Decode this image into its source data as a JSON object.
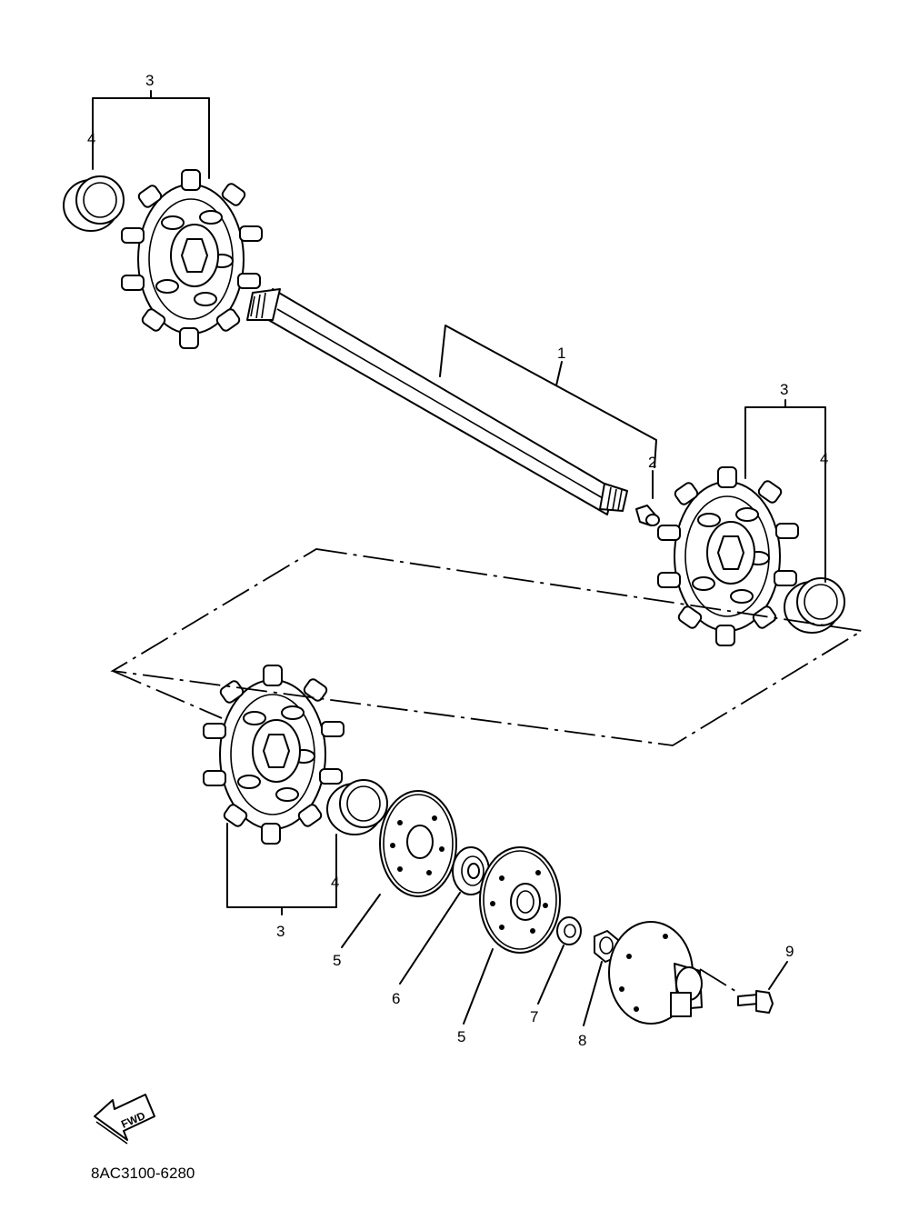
{
  "callouts": {
    "c1": "1",
    "c2": "2",
    "c3a": "3",
    "c4a": "4",
    "c3b": "3",
    "c4b": "4",
    "c3c": "3",
    "c4c": "4",
    "c5a": "5",
    "c6": "6",
    "c5b": "5",
    "c7": "7",
    "c8": "8",
    "c9": "9"
  },
  "direction_marker": "FWD",
  "diagram_code": "8AC3100-6280"
}
